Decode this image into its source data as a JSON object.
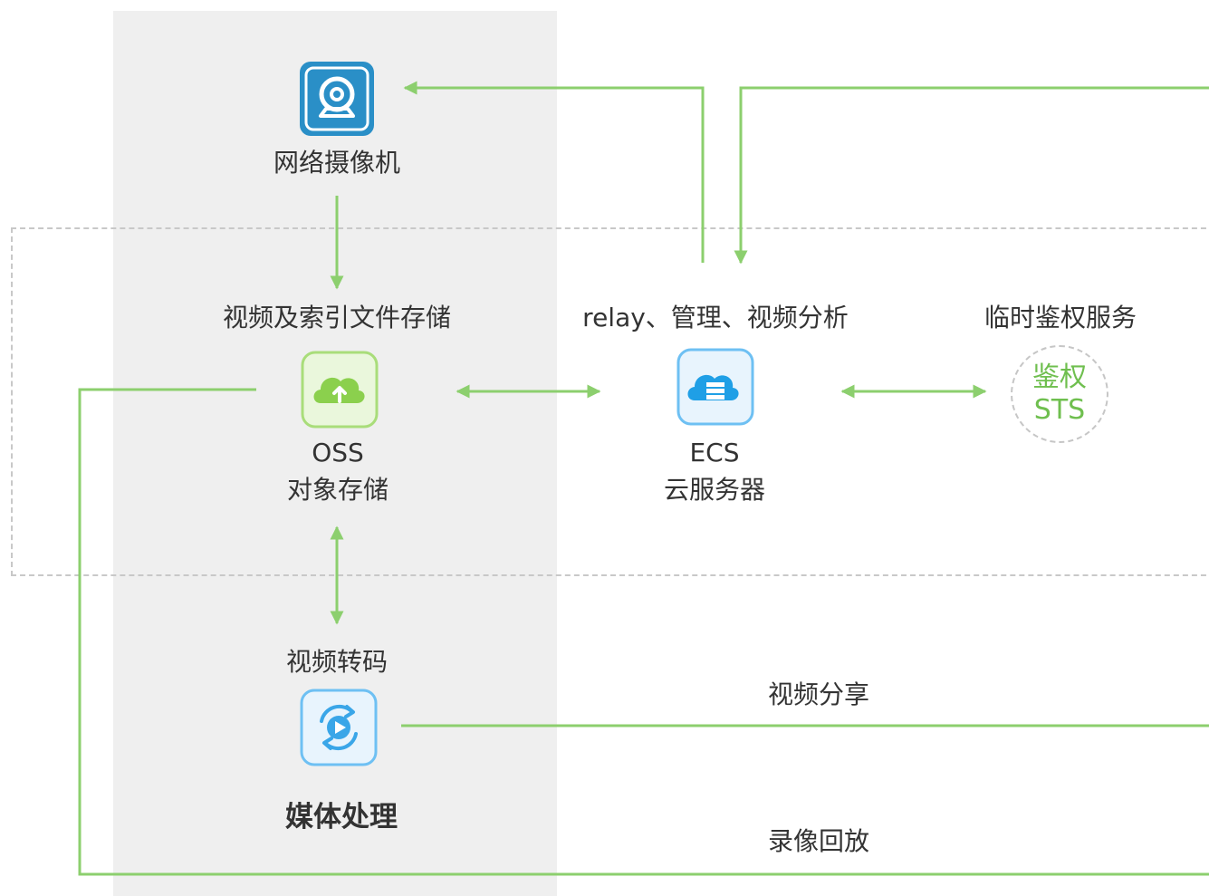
{
  "camera": {
    "label": "网络摄像机"
  },
  "oss": {
    "caption": "视频及索引文件存储",
    "name": "OSS",
    "desc": "对象存储"
  },
  "ecs": {
    "caption": "relay、管理、视频分析",
    "name": "ECS",
    "desc": "云服务器"
  },
  "sts": {
    "caption": "临时鉴权服务",
    "line1": "鉴权",
    "line2": "STS"
  },
  "transcode": {
    "caption": "视频转码",
    "title": "媒体处理"
  },
  "flows": {
    "share": "视频分享",
    "playback": "录像回放"
  },
  "colors": {
    "arrow": "#8ccf6e",
    "camera": "#2a8fc7",
    "oss": "#8bd04d",
    "ecs": "#1f9fe6",
    "media": "#3aa6e8",
    "sts_text": "#6fbf4f",
    "panel": "#efefef"
  }
}
